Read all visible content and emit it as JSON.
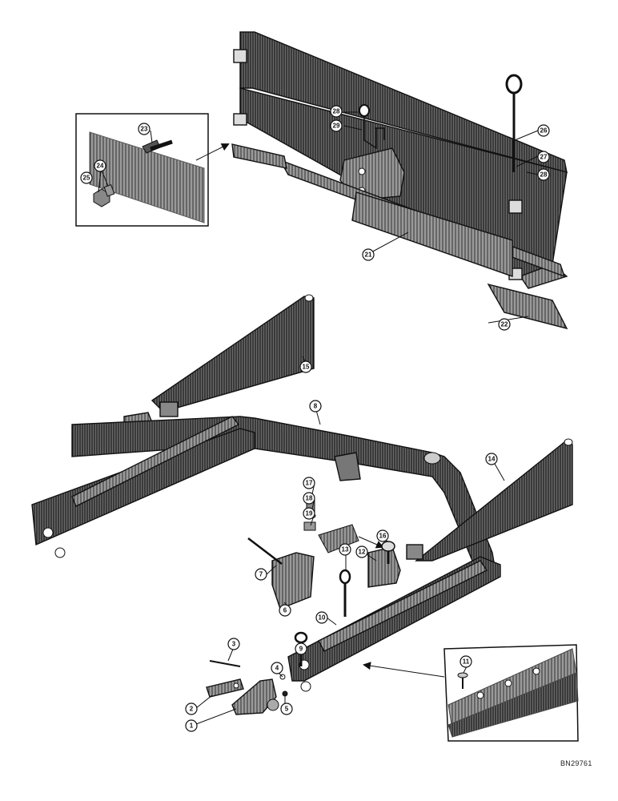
{
  "drawing_number": "BN29761",
  "callouts": {
    "c1": "1",
    "c2": "2",
    "c3": "3",
    "c4": "4",
    "c5": "5",
    "c6": "6",
    "c7": "7",
    "c8": "8",
    "c9": "9",
    "c10": "10",
    "c11": "11",
    "c12": "12",
    "c13": "13",
    "c14": "14",
    "c15": "15",
    "c16": "16",
    "c17": "17",
    "c18": "18",
    "c19": "19",
    "c21": "21",
    "c22": "22",
    "c23": "23",
    "c24": "24",
    "c25": "25",
    "c26": "26",
    "c27": "27",
    "c28": "28",
    "c28b": "28",
    "c29": "29"
  }
}
